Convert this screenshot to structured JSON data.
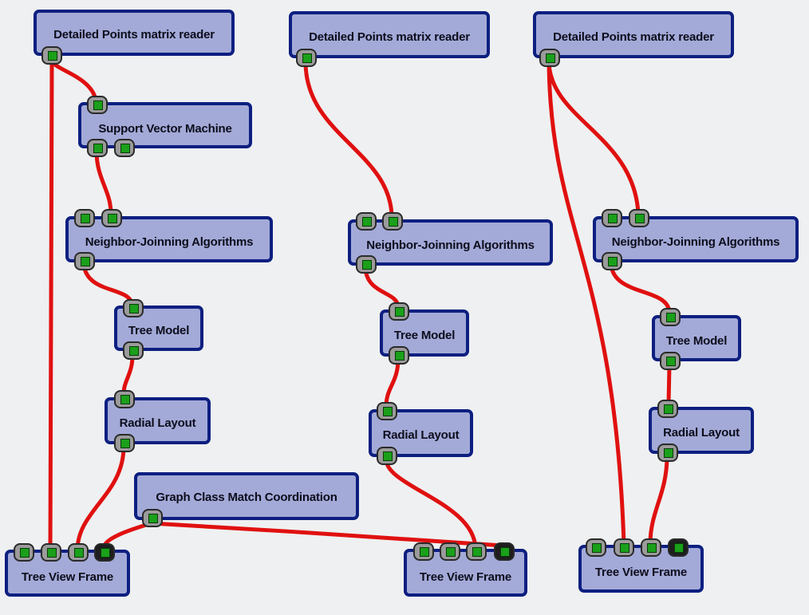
{
  "colors": {
    "background": "#eff0f1",
    "node_fill": "#a3aad8",
    "node_border": "#0d1f80",
    "wire": "#e01010",
    "port_fill": "#9b9b9b",
    "port_dark": "#1e1e1e",
    "port_dot": "#1aa01a"
  },
  "nodes": {
    "reader_1": {
      "title": "Detailed Points matrix reader"
    },
    "svm_1": {
      "title": "Support Vector Machine"
    },
    "nj_1": {
      "title": "Neighbor-Joinning Algorithms"
    },
    "treemodel_1": {
      "title": "Tree Model"
    },
    "radial_1": {
      "title": "Radial Layout"
    },
    "treeview_1": {
      "title": "Tree View Frame"
    },
    "graph_coord": {
      "title": "Graph Class Match Coordination"
    },
    "reader_2": {
      "title": "Detailed Points matrix reader"
    },
    "nj_2": {
      "title": "Neighbor-Joinning Algorithms"
    },
    "treemodel_2": {
      "title": "Tree Model"
    },
    "radial_2": {
      "title": "Radial Layout"
    },
    "treeview_2": {
      "title": "Tree View Frame"
    },
    "reader_3": {
      "title": "Detailed Points matrix reader"
    },
    "nj_3": {
      "title": "Neighbor-Joinning Algorithms"
    },
    "treemodel_3": {
      "title": "Tree Model"
    },
    "radial_3": {
      "title": "Radial Layout"
    },
    "treeview_3": {
      "title": "Tree View Frame"
    }
  },
  "connections": [
    {
      "from": "reader_1.out",
      "to": "svm_1.in"
    },
    {
      "from": "reader_1.out",
      "to": "treeview_1.in2"
    },
    {
      "from": "svm_1.out1",
      "to": "nj_1.in2"
    },
    {
      "from": "nj_1.out",
      "to": "treemodel_1.in"
    },
    {
      "from": "treemodel_1.out",
      "to": "radial_1.in"
    },
    {
      "from": "radial_1.out",
      "to": "treeview_1.in3"
    },
    {
      "from": "graph_coord.out",
      "to": "treeview_1.coord"
    },
    {
      "from": "graph_coord.out",
      "to": "treeview_2.coord"
    },
    {
      "from": "reader_2.out",
      "to": "nj_2.in2"
    },
    {
      "from": "nj_2.out",
      "to": "treemodel_2.in"
    },
    {
      "from": "treemodel_2.out",
      "to": "radial_2.in"
    },
    {
      "from": "radial_2.out",
      "to": "treeview_2.in3"
    },
    {
      "from": "reader_3.out",
      "to": "nj_3.in2"
    },
    {
      "from": "reader_3.out",
      "to": "treeview_3.in2"
    },
    {
      "from": "nj_3.out",
      "to": "treemodel_3.in"
    },
    {
      "from": "treemodel_3.out",
      "to": "radial_3.in"
    },
    {
      "from": "radial_3.out",
      "to": "treeview_3.in3"
    }
  ]
}
